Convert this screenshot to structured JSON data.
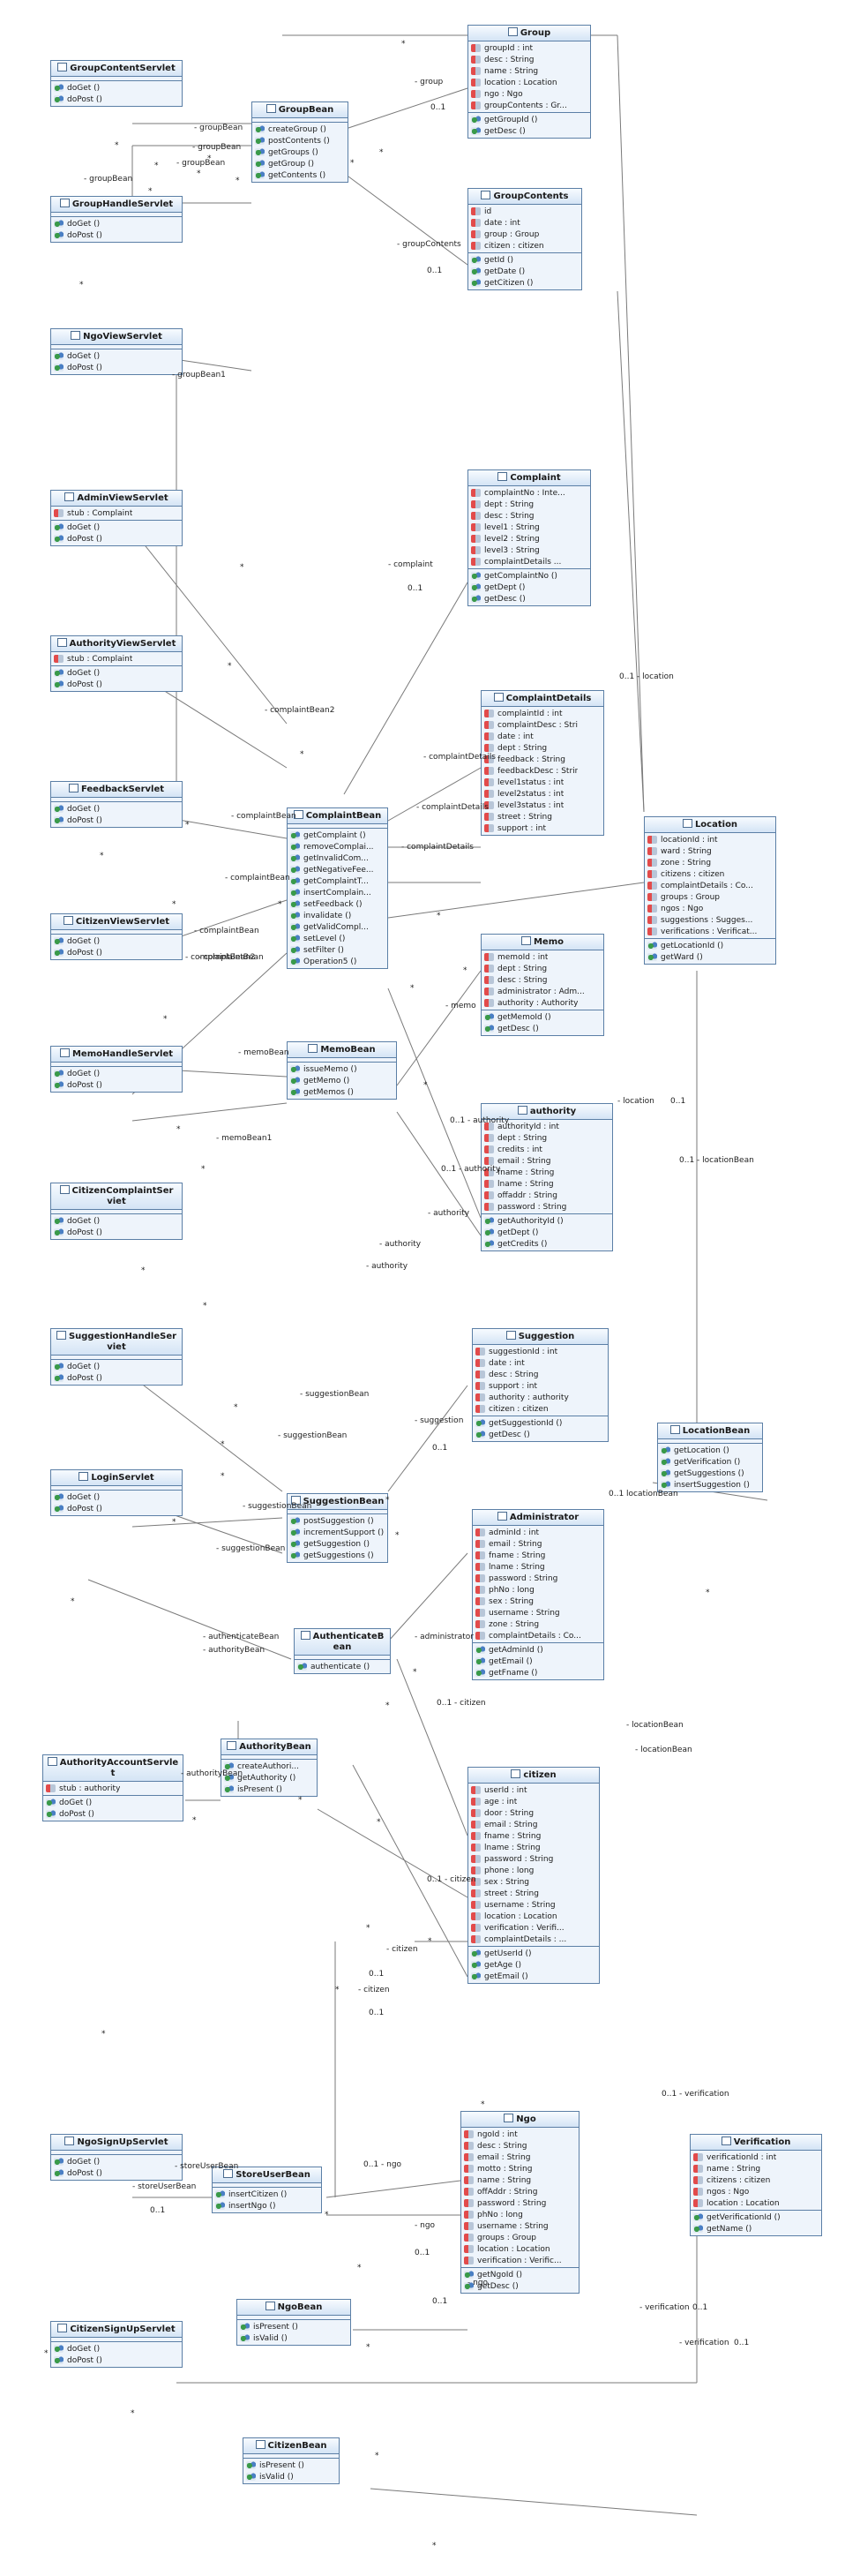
{
  "classes": [
    {
      "id": "GroupContentServlet",
      "name": "GroupContentServlet",
      "attributes": [],
      "operations": [
        "doGet ()",
        "doPost ()"
      ]
    },
    {
      "id": "GroupBean",
      "name": "GroupBean",
      "attributes": [],
      "operations": [
        "createGroup ()",
        "postContents ()",
        "getGroups ()",
        "getGroup ()",
        "getContents ()"
      ]
    },
    {
      "id": "Group",
      "name": "Group",
      "attributes": [
        "groupId : int",
        "desc : String",
        "name : String",
        "location : Location",
        "ngo : Ngo",
        "groupContents : Gr..."
      ],
      "operations": [
        "getGroupId ()",
        "getDesc ()"
      ]
    },
    {
      "id": "GroupHandleServlet",
      "name": "GroupHandleServlet",
      "attributes": [],
      "operations": [
        "doGet ()",
        "doPost ()"
      ]
    },
    {
      "id": "GroupContents",
      "name": "GroupContents",
      "attributes": [
        "id",
        "date : int",
        "group : Group",
        "citizen : citizen"
      ],
      "operations": [
        "getId ()",
        "getDate ()",
        "getCitizen ()"
      ]
    },
    {
      "id": "NgoViewServlet",
      "name": "NgoViewServlet",
      "attributes": [],
      "operations": [
        "doGet ()",
        "doPost ()"
      ]
    },
    {
      "id": "AdminViewServlet",
      "name": "AdminViewServlet",
      "attributes": [
        "stub : Complaint"
      ],
      "operations": [
        "doGet ()",
        "doPost ()"
      ]
    },
    {
      "id": "Complaint",
      "name": "Complaint",
      "attributes": [
        "complaintNo : Inte...",
        "dept : String",
        "desc : String",
        "level1 : String",
        "level2 : String",
        "level3 : String",
        "complaintDetails ..."
      ],
      "operations": [
        "getComplaintNo ()",
        "getDept ()",
        "getDesc ()"
      ]
    },
    {
      "id": "AuthorityViewServlet",
      "name": "AuthorityViewServlet",
      "attributes": [
        "stub : Complaint"
      ],
      "operations": [
        "doGet ()",
        "doPost ()"
      ]
    },
    {
      "id": "ComplaintDetails",
      "name": "ComplaintDetails",
      "attributes": [
        "complaintId : int",
        "complaintDesc : Stri",
        "date : int",
        "dept : String",
        "feedback : String",
        "feedbackDesc : Strir",
        "level1status : int",
        "level2status : int",
        "level3status : int",
        "street : String",
        "support : int"
      ],
      "operations": []
    },
    {
      "id": "FeedbackServlet",
      "name": "FeedbackServlet",
      "attributes": [],
      "operations": [
        "doGet ()",
        "doPost ()"
      ]
    },
    {
      "id": "ComplaintBean",
      "name": "ComplaintBean",
      "attributes": [],
      "operations": [
        "getComplaint ()",
        "removeComplai...",
        "getInvalidCom...",
        "getNegativeFee...",
        "getComplaintT...",
        "insertComplain...",
        "setFeedback ()",
        "invalidate ()",
        "getValidCompl...",
        "setLevel ()",
        "setFilter ()",
        "Operation5 ()"
      ]
    },
    {
      "id": "Location",
      "name": "Location",
      "attributes": [
        "locationId : int",
        "ward : String",
        "zone : String",
        "citizens : citizen",
        "complaintDetails : Co...",
        "groups : Group",
        "ngos : Ngo",
        "suggestions : Sugges...",
        "verifications : Verificat..."
      ],
      "operations": [
        "getLocationId ()",
        "getWard ()"
      ]
    },
    {
      "id": "CitizenViewServlet",
      "name": "CitizenViewServlet",
      "attributes": [],
      "operations": [
        "doGet ()",
        "doPost ()"
      ]
    },
    {
      "id": "Memo",
      "name": "Memo",
      "attributes": [
        "memoId : int",
        "dept : String",
        "desc : String",
        "administrator : Adm...",
        "authority : Authority"
      ],
      "operations": [
        "getMemoId ()",
        "getDesc ()"
      ]
    },
    {
      "id": "MemoHandleServlet",
      "name": "MemoHandleServlet",
      "attributes": [],
      "operations": [
        "doGet ()",
        "doPost ()"
      ]
    },
    {
      "id": "MemoBean",
      "name": "MemoBean",
      "attributes": [],
      "operations": [
        "issueMemo ()",
        "getMemo ()",
        "getMemos ()"
      ]
    },
    {
      "id": "authority",
      "name": "authority",
      "attributes": [
        "authorityId : int",
        "dept : String",
        "credits : int",
        "email : String",
        "fname : String",
        "lname : String",
        "offaddr : String",
        "password : String"
      ],
      "operations": [
        "getAuthorityId ()",
        "getDept ()",
        "getCredits ()"
      ]
    },
    {
      "id": "CitizenComplaintServlet",
      "name": "CitizenComplaintSer viet",
      "attributes": [],
      "operations": [
        "doGet ()",
        "doPost ()"
      ]
    },
    {
      "id": "Suggestion",
      "name": "Suggestion",
      "attributes": [
        "suggestionId : int",
        "date : int",
        "desc : String",
        "support : int",
        "authority : authority",
        "citizen : citizen"
      ],
      "operations": [
        "getSuggestionId ()",
        "getDesc ()"
      ]
    },
    {
      "id": "SuggestionHandleServlet",
      "name": "SuggestionHandleSer viet",
      "attributes": [],
      "operations": [
        "doGet ()",
        "doPost ()"
      ]
    },
    {
      "id": "LocationBean",
      "name": "LocationBean",
      "attributes": [],
      "operations": [
        "getLocation ()",
        "getVerification ()",
        "getSuggestions ()",
        "insertSuggestion ()"
      ]
    },
    {
      "id": "LoginServlet",
      "name": "LoginServlet",
      "attributes": [],
      "operations": [
        "doGet ()",
        "doPost ()"
      ]
    },
    {
      "id": "SuggestionBean",
      "name": "SuggestionBean",
      "attributes": [],
      "operations": [
        "postSuggestion ()",
        "incrementSupport ()",
        "getSuggestion ()",
        "getSuggestions ()"
      ]
    },
    {
      "id": "Administrator",
      "name": "Administrator",
      "attributes": [
        "adminId : int",
        "email : String",
        "fname : String",
        "lname : String",
        "password : String",
        "phNo : long",
        "sex : String",
        "username : String",
        "zone : String",
        "complaintDetails : Co..."
      ],
      "operations": [
        "getAdminId ()",
        "getEmail ()",
        "getFname ()"
      ]
    },
    {
      "id": "AuthenticateBean",
      "name": "AuthenticateB ean",
      "attributes": [],
      "operations": [
        "authenticate ()"
      ]
    },
    {
      "id": "AuthorityAccountServlet",
      "name": "AuthorityAccountServle t",
      "attributes": [
        "stub : authority"
      ],
      "operations": [
        "doGet ()",
        "doPost ()"
      ]
    },
    {
      "id": "AuthorityBean",
      "name": "AuthorityBean",
      "attributes": [],
      "operations": [
        "createAuthori...",
        "getAuthority ()",
        "isPresent ()"
      ]
    },
    {
      "id": "citizen",
      "name": "citizen",
      "attributes": [
        "userId : int",
        "age : int",
        "door : String",
        "email : String",
        "fname : String",
        "lname : String",
        "password : String",
        "phone : long",
        "sex : String",
        "street : String",
        "username : String",
        "location : Location",
        "verification : Verifi...",
        "complaintDetails : ..."
      ],
      "operations": [
        "getUserId ()",
        "getAge ()",
        "getEmail ()"
      ]
    },
    {
      "id": "NgoSignUpServlet",
      "name": "NgoSignUpServlet",
      "attributes": [],
      "operations": [
        "doGet ()",
        "doPost ()"
      ]
    },
    {
      "id": "StoreUserBean",
      "name": "StoreUserBean",
      "attributes": [],
      "operations": [
        "insertCitizen ()",
        "insertNgo ()"
      ]
    },
    {
      "id": "Ngo",
      "name": "Ngo",
      "attributes": [
        "ngoId : int",
        "desc : String",
        "email : String",
        "motto : String",
        "name : String",
        "offAddr : String",
        "password : String",
        "phNo : long",
        "username : String",
        "groups : Group",
        "location : Location",
        "verification : Verific..."
      ],
      "operations": [
        "getNgoId ()",
        "getDesc ()"
      ]
    },
    {
      "id": "Verification",
      "name": "Verification",
      "attributes": [
        "verificationId : int",
        "name : String",
        "citizens : citizen",
        "ngos : Ngo",
        "location : Location"
      ],
      "operations": [
        "getVerificationId ()",
        "getName ()"
      ]
    },
    {
      "id": "NgoBean",
      "name": "NgoBean",
      "attributes": [],
      "operations": [
        "isPresent ()",
        "isValid ()"
      ]
    },
    {
      "id": "CitizenSignUpServlet",
      "name": "CitizenSignUpServlet",
      "attributes": [],
      "operations": [
        "doGet ()",
        "doPost ()"
      ]
    },
    {
      "id": "CitizenBean",
      "name": "CitizenBean",
      "attributes": [],
      "operations": [
        "isPresent ()",
        "isValid ()"
      ]
    }
  ],
  "labels": [
    {
      "id": "l1",
      "text": "- groupBean"
    },
    {
      "id": "l2",
      "text": "- groupBean"
    },
    {
      "id": "l3",
      "text": "- groupBean"
    },
    {
      "id": "l4",
      "text": "- groupBean"
    },
    {
      "id": "l5",
      "text": "- group"
    },
    {
      "id": "l6",
      "text": "0..1"
    },
    {
      "id": "l7",
      "text": "- groupContents"
    },
    {
      "id": "l8",
      "text": "0..1"
    },
    {
      "id": "l9",
      "text": "- groupBean1"
    },
    {
      "id": "l10",
      "text": "- complaint"
    },
    {
      "id": "l11",
      "text": "0..1"
    },
    {
      "id": "l12",
      "text": "0..1 - location"
    },
    {
      "id": "l13",
      "text": "- complaintBean2"
    },
    {
      "id": "l14",
      "text": "- complaintBean"
    },
    {
      "id": "l15",
      "text": "- complaintBean"
    },
    {
      "id": "l16",
      "text": "- complaintBean"
    },
    {
      "id": "l17",
      "text": "- complaintBean"
    },
    {
      "id": "l18",
      "text": "- complaintBean2"
    },
    {
      "id": "l19",
      "text": "- complaintDetails"
    },
    {
      "id": "l20",
      "text": "- complaintDetails"
    },
    {
      "id": "l21",
      "text": "- complaintDetails"
    },
    {
      "id": "l22",
      "text": "- memoBean"
    },
    {
      "id": "l23",
      "text": "- memoBean1"
    },
    {
      "id": "l24",
      "text": "- memo"
    },
    {
      "id": "l25",
      "text": "0..1 - authority"
    },
    {
      "id": "l26",
      "text": "0..1 - authority"
    },
    {
      "id": "l27",
      "text": "- authority"
    },
    {
      "id": "l28",
      "text": "- authority"
    },
    {
      "id": "l29",
      "text": "- authority"
    },
    {
      "id": "l30",
      "text": "- location"
    },
    {
      "id": "l31",
      "text": "0..1"
    },
    {
      "id": "l32",
      "text": "0..1 - locationBean"
    },
    {
      "id": "l33",
      "text": "- suggestionBean"
    },
    {
      "id": "l34",
      "text": "- suggestionBean"
    },
    {
      "id": "l35",
      "text": "- suggestionBean"
    },
    {
      "id": "l36",
      "text": "- suggestionBean"
    },
    {
      "id": "l37",
      "text": "- suggestion"
    },
    {
      "id": "l38",
      "text": "0..1"
    },
    {
      "id": "l39",
      "text": "0..1 locationBean"
    },
    {
      "id": "l40",
      "text": "- authenticateBean"
    },
    {
      "id": "l41",
      "text": "- authorityBean"
    },
    {
      "id": "l42",
      "text": "- administrator"
    },
    {
      "id": "l43",
      "text": "0..1 - citizen"
    },
    {
      "id": "l44",
      "text": "- authorityBean"
    },
    {
      "id": "l45",
      "text": "- locationBean"
    },
    {
      "id": "l46",
      "text": "- locationBean"
    },
    {
      "id": "l47",
      "text": "0..1 - citizen"
    },
    {
      "id": "l48",
      "text": "- citizen"
    },
    {
      "id": "l49",
      "text": "- citizen"
    },
    {
      "id": "l50",
      "text": "0..1"
    },
    {
      "id": "l51",
      "text": "0..1"
    },
    {
      "id": "l52",
      "text": "- storeUserBean"
    },
    {
      "id": "l53",
      "text": "- storeUserBean"
    },
    {
      "id": "l54",
      "text": "0..1"
    },
    {
      "id": "l55",
      "text": "0..1 - ngo"
    },
    {
      "id": "l56",
      "text": "- ngo"
    },
    {
      "id": "l57",
      "text": "- ngo"
    },
    {
      "id": "l58",
      "text": "0..1"
    },
    {
      "id": "l59",
      "text": "0..1"
    },
    {
      "id": "l60",
      "text": "0..1 - verification"
    },
    {
      "id": "l61",
      "text": "- verification"
    },
    {
      "id": "l62",
      "text": "- verification"
    },
    {
      "id": "l63",
      "text": "0..1"
    },
    {
      "id": "l64",
      "text": "0..1"
    }
  ],
  "stars": "*"
}
